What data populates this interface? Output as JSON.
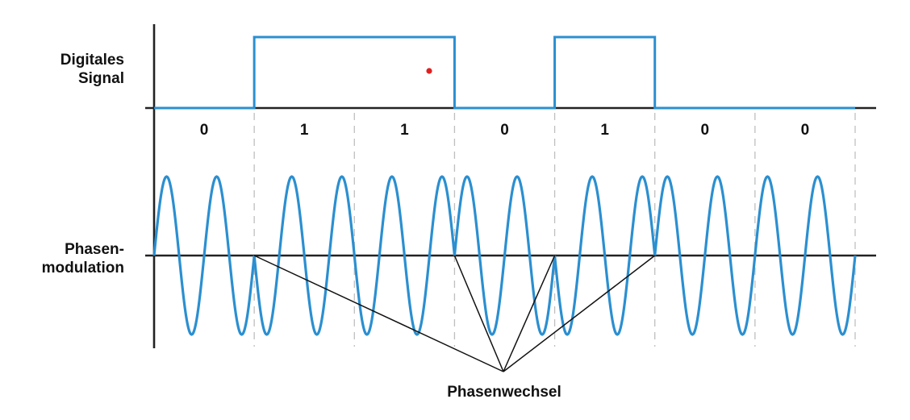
{
  "labels": {
    "digital_line1": "Digitales",
    "digital_line2": "Signal",
    "phase_line1": "Phasen-",
    "phase_line2": "modulation",
    "phase_change": "Phasenwechsel"
  },
  "bits": [
    "0",
    "1",
    "1",
    "0",
    "1",
    "0",
    "0"
  ],
  "cycles_per_bit": 2,
  "colors": {
    "signal": "#2b8fd0",
    "axis": "#222222",
    "grid": "#bfbfbf",
    "marker": "#e02020"
  },
  "marker": "red-dot"
}
